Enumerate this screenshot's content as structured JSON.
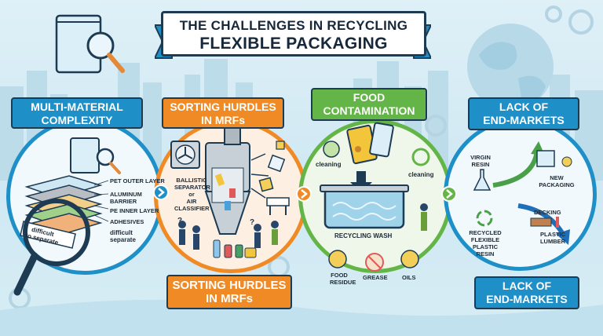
{
  "title": {
    "line1": "THE CHALLENGES IN RECYCLING",
    "line2": "FLEXIBLE PACKAGING"
  },
  "colors": {
    "blue": "#1e8fc7",
    "orange": "#f08a24",
    "green": "#64b548",
    "navy": "#1d3b53"
  },
  "panels": [
    {
      "label_lines": [
        "MULTI-MATERIAL",
        "COMPLEXITY"
      ],
      "layers": [
        "PET OUTER LAYER",
        "ALUMINUM",
        "BARRIER",
        "PE INNER LAYER",
        "ADHESIVES",
        "difficult",
        "separate"
      ],
      "tag_lines": [
        "difficult",
        "to separate"
      ]
    },
    {
      "label_lines": [
        "SORTING HURDLES",
        "IN MRFs"
      ],
      "machine_lines": [
        "BALLISTIC",
        "SEPARATOR",
        "or",
        "AIR",
        "CLASSIFIER"
      ],
      "bottom_lines": [
        "SORTING HURDLES",
        "IN MRFs"
      ]
    },
    {
      "label_lines": [
        "FOOD",
        "CONTAMINATION"
      ],
      "cleaning_left": "cleaning",
      "cleaning_right": "cleaning",
      "wash_label": "RECYCLING WASH",
      "icons": [
        "FOOD",
        "RESIDUE",
        "GREASE",
        "OILS"
      ]
    },
    {
      "label_lines": [
        "LACK OF",
        "END-MARKETS"
      ],
      "virgin_lines": [
        "VIRGIN",
        "RESIN"
      ],
      "new_packaging_lines": [
        "NEW",
        "PACKAGING"
      ],
      "decking": "DECKING",
      "lumber_lines": [
        "PLASTIC",
        "LUMBER"
      ],
      "recycled_lines": [
        "RECYCLED",
        "FLEXIBLE",
        "PLASTIC",
        "RESIN"
      ],
      "bottom_lines": [
        "LACK OF",
        "END-MARKETS"
      ]
    }
  ]
}
